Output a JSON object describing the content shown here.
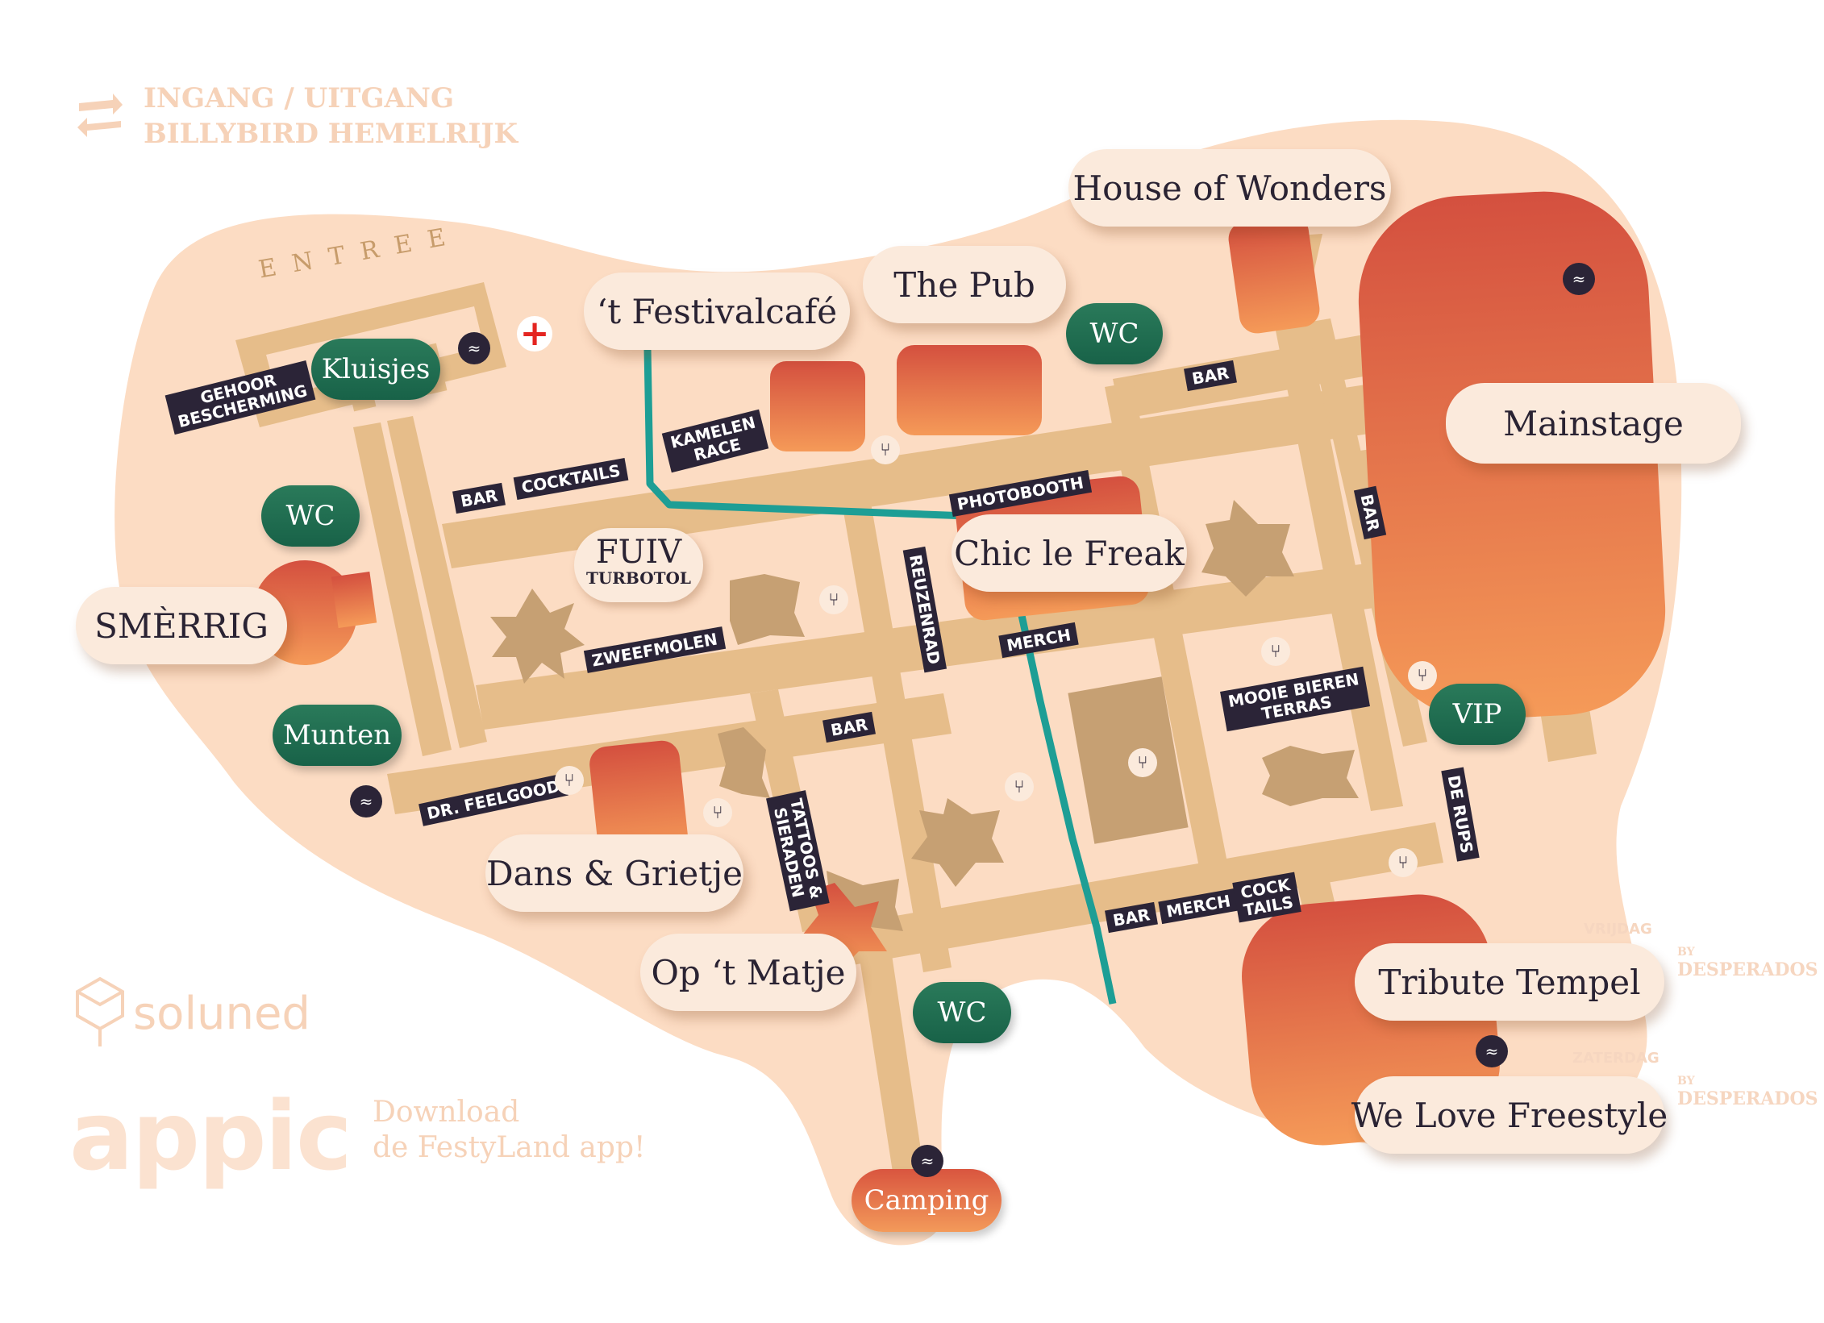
{
  "legend": {
    "entrance_line1": "INGANG / UITGANG",
    "entrance_line2": "BILLYBIRD HEMELRIJK"
  },
  "entree_label": "ENTREE",
  "areas": {
    "house_of_wonders": "House of Wonders",
    "the_pub": "The Pub",
    "festivalcafe": "‘t Festivalcafé",
    "mainstage": "Mainstage",
    "chic_le_freak": "Chic le Freak",
    "smerrig": "SMÈRRIG",
    "dans_grietje": "Dans & Grietje",
    "op_t_matje": "Op ‘t Matje",
    "tribute_tempel": "Tribute Tempel",
    "we_love_freestyle": "We Love Freestyle",
    "fuiv": "FUIV",
    "turbotol": "TURBOTOL"
  },
  "facilities": {
    "kluisjes": "Kluisjes",
    "wc": "WC",
    "munten": "Munten",
    "vip": "VIP",
    "camping": "Camping"
  },
  "tags": {
    "gehoor_line1": "GEHOOR",
    "gehoor_line2": "BESCHERMING",
    "bar": "BAR",
    "cocktails": "COCKTAILS",
    "kamelen_line1": "KAMELEN",
    "kamelen_line2": "RACE",
    "photobooth": "PHOTOBOOTH",
    "reuzenrad": "REUZENRAD",
    "merch": "MERCH",
    "zweefmolen": "ZWEEFMOLEN",
    "mooie_line1": "MOOIE BIEREN",
    "mooie_line2": "TERRAS",
    "de_rups": "DE RUPS",
    "dr_feelgood": "DR. FEELGOOD",
    "tattoos_line1": "TATTOOS &",
    "tattoos_line2": "SIERADEN",
    "cock_line1": "COCK",
    "cock_line2": "TAILS"
  },
  "branding": {
    "soluned": "soluned",
    "appic": "appic",
    "appic_sub1": "Download",
    "appic_sub2": "de FestyLand app!",
    "day_vrijdag": "VRIJDAG",
    "day_zaterdag": "ZATERDAG",
    "sponsor_by": "BY",
    "sponsor_name": "DESPERADOS"
  },
  "colors": {
    "ground": "#fcdcc3",
    "path": "#e6bd8a",
    "river": "#1d9e95",
    "stage_top": "#d4503f",
    "stage_bottom": "#f59a58",
    "tag_bg": "#2b2437",
    "facility_green": "#1f6d50"
  },
  "icons": [
    "wifi-icon",
    "food-icon",
    "first-aid-icon",
    "entrance-arrows-icon"
  ]
}
